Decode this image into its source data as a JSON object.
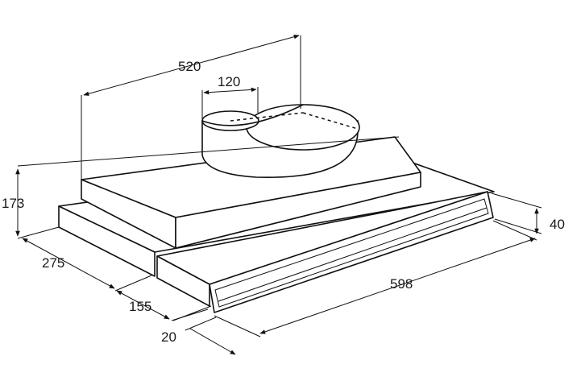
{
  "dimensions": {
    "width_top": "520",
    "duct_diameter": "120",
    "height": "173",
    "front_height": "40",
    "depth_body": "275",
    "depth_drawer": "155",
    "front_offset": "20",
    "width_total": "598"
  },
  "colors": {
    "line": "#111111",
    "background": "#ffffff"
  }
}
